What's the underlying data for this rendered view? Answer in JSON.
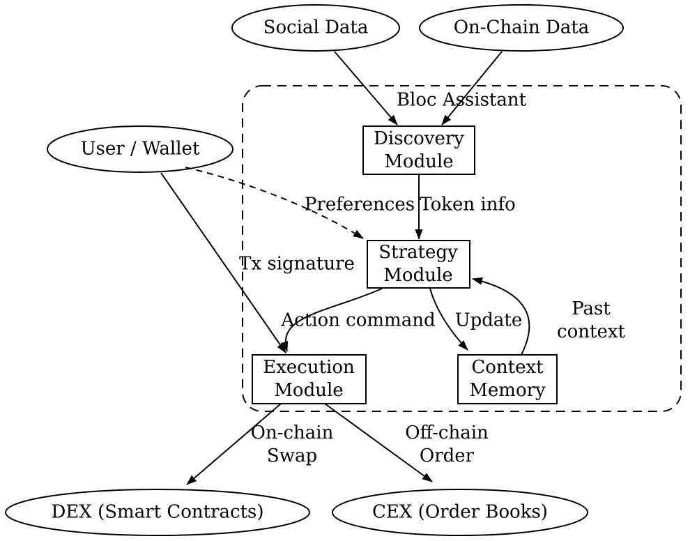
{
  "title": "Bloc Assistant architecture diagram",
  "colors": {
    "background": "#ffffff",
    "stroke": "#000000",
    "text": "#000000"
  },
  "container": {
    "label": "Bloc Assistant",
    "style": "dashed-rounded"
  },
  "nodes": {
    "social": {
      "label": "Social Data",
      "shape": "ellipse"
    },
    "onchain": {
      "label": "On-Chain Data",
      "shape": "ellipse"
    },
    "user": {
      "label": "User / Wallet",
      "shape": "ellipse"
    },
    "discovery": {
      "label": "Discovery\nModule",
      "shape": "box",
      "cluster": "Bloc Assistant"
    },
    "strategy": {
      "label": "Strategy\nModule",
      "shape": "box",
      "cluster": "Bloc Assistant"
    },
    "execution": {
      "label": "Execution\nModule",
      "shape": "box",
      "cluster": "Bloc Assistant"
    },
    "context": {
      "label": "Context\nMemory",
      "shape": "box",
      "cluster": "Bloc Assistant"
    },
    "dex": {
      "label": "DEX (Smart Contracts)",
      "shape": "ellipse"
    },
    "cex": {
      "label": "CEX (Order Books)",
      "shape": "ellipse"
    }
  },
  "edge_labels": {
    "preferences": "Preferences",
    "token_info": "Token info",
    "tx_signature": "Tx signature",
    "action_command": "Action command",
    "update": "Update",
    "past_context": "Past context",
    "on_chain_swap": "On-chain\nSwap",
    "off_chain_order": "Off-chain\nOrder"
  },
  "edges": [
    {
      "from": "Social Data",
      "to": "Discovery Module",
      "label": "",
      "style": "solid"
    },
    {
      "from": "On-Chain Data",
      "to": "Discovery Module",
      "label": "",
      "style": "solid"
    },
    {
      "from": "Discovery Module",
      "to": "Strategy Module",
      "label": "Token info",
      "style": "solid"
    },
    {
      "from": "User / Wallet",
      "to": "Strategy Module",
      "label": "Preferences",
      "style": "dashed"
    },
    {
      "from": "User / Wallet",
      "to": "Execution Module",
      "label": "Tx signature",
      "style": "solid"
    },
    {
      "from": "Strategy Module",
      "to": "Execution Module",
      "label": "Action command",
      "style": "solid"
    },
    {
      "from": "Strategy Module",
      "to": "Context Memory",
      "label": "Update",
      "style": "solid"
    },
    {
      "from": "Context Memory",
      "to": "Strategy Module",
      "label": "Past context",
      "style": "solid"
    },
    {
      "from": "Execution Module",
      "to": "DEX (Smart Contracts)",
      "label": "On-chain Swap",
      "style": "solid"
    },
    {
      "from": "Execution Module",
      "to": "CEX (Order Books)",
      "label": "Off-chain Order",
      "style": "solid"
    }
  ]
}
